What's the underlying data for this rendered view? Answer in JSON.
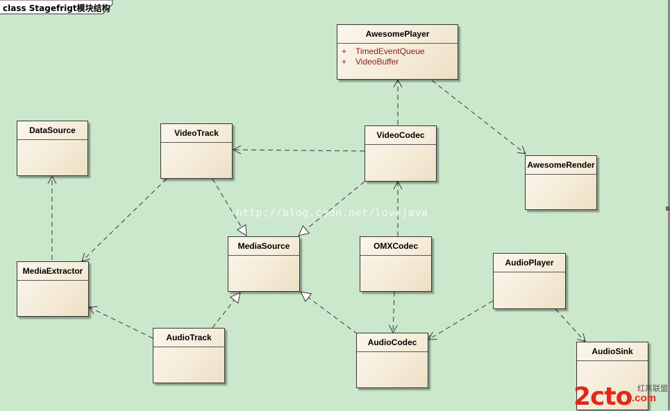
{
  "frame": {
    "title": "class Stagefrigt模块结构"
  },
  "classes": {
    "awesome_player": {
      "name": "AwesomePlayer",
      "attributes": [
        {
          "visibility": "+",
          "name": "TimedEventQueue"
        },
        {
          "visibility": "+",
          "name": "VideoBuffer"
        }
      ]
    },
    "data_source": {
      "name": "DataSource"
    },
    "video_track": {
      "name": "VideoTrack"
    },
    "video_codec": {
      "name": "VideoCodec"
    },
    "awesome_render": {
      "name": "AwesomeRender"
    },
    "media_extractor": {
      "name": "MediaExtractor"
    },
    "media_source": {
      "name": "MediaSource"
    },
    "omx_codec": {
      "name": "OMXCodec"
    },
    "audio_player": {
      "name": "AudioPlayer"
    },
    "audio_track": {
      "name": "AudioTrack"
    },
    "audio_codec": {
      "name": "AudioCodec"
    },
    "audio_sink": {
      "name": "AudioSink"
    }
  },
  "watermark": "http://blog.csdn.net/lovejava",
  "logo": {
    "main": "2cto",
    "sub": "红黑联盟",
    "dot": ".com"
  },
  "colors": {
    "background": "#cce8cc",
    "attribute_text": "#8b1a1a",
    "logo": "#e0281b"
  }
}
